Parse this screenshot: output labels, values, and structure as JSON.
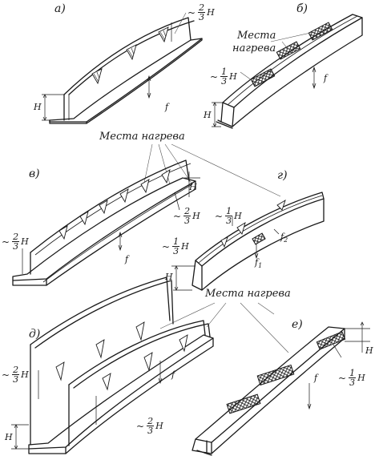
{
  "labels": {
    "a": "а)",
    "b": "б)",
    "v": "в)",
    "g": "г)",
    "d": "д)",
    "e": "е)",
    "heating_places_b_line1": "Места",
    "heating_places_b_line2": "нагрева",
    "heating_places_mid": "Места нагрева",
    "heating_places_low": "Места нагрева",
    "H": "H",
    "f": "f",
    "f1": "f",
    "f1_sub": "1",
    "f2": "f",
    "f2_sub": "2",
    "tilde": "~",
    "two": "2",
    "three": "3",
    "one": "1"
  }
}
